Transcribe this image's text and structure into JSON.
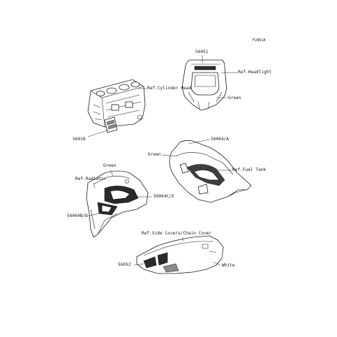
{
  "diagram_code": "F2861A",
  "labels": {
    "p56051": "56051",
    "ref_headlight": "Ref.Headlight",
    "green_headlight": "Green",
    "ref_cylinder_head": "Ref.Cylinder Head",
    "p56018": "56018",
    "p56064a": "56064/A",
    "green_tank": "Green",
    "ref_fuel_tank": "Ref.Fuel Tank",
    "green_radiator": "Green",
    "ref_radiator": "Ref.Radiator",
    "p56064ce": "56064C/E",
    "p56064bd": "56064B/D",
    "ref_side_covers": "Ref.Side Covers/Chain Cover",
    "p56052": "56052",
    "white": "White"
  },
  "colors": {
    "line": "#1a1a1a",
    "decal_dark": "#2a2a2a"
  }
}
